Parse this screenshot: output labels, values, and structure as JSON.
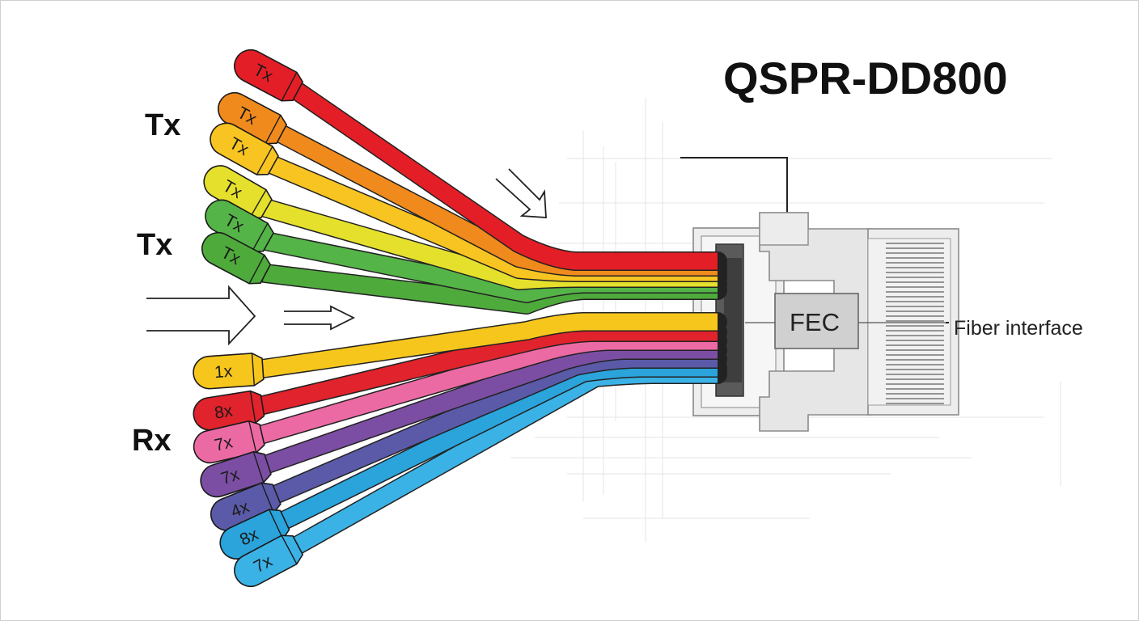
{
  "title": "QSPR-DD800",
  "group_labels": {
    "tx_top": "Tx",
    "tx_mid": "Tx",
    "rx": "Rx"
  },
  "module": {
    "fec_label": "FEC",
    "callout_label": "Fiber interface"
  },
  "cables": [
    {
      "label": "Tx",
      "color": "#e41e26"
    },
    {
      "label": "Tx",
      "color": "#f08a1c"
    },
    {
      "label": "Tx",
      "color": "#f8c421"
    },
    {
      "label": "Tx",
      "color": "#e5e02c"
    },
    {
      "label": "Tx",
      "color": "#55b447"
    },
    {
      "label": "Tx",
      "color": "#4faa3c"
    },
    {
      "label": "1x",
      "color": "#f6c61c"
    },
    {
      "label": "8x",
      "color": "#e0232c"
    },
    {
      "label": "7x",
      "color": "#ec6aa4"
    },
    {
      "label": "7x",
      "color": "#7b4ea3"
    },
    {
      "label": "4x",
      "color": "#5b5aa8"
    },
    {
      "label": "8x",
      "color": "#2aa4db"
    },
    {
      "label": "7x",
      "color": "#3bb2e6"
    }
  ]
}
